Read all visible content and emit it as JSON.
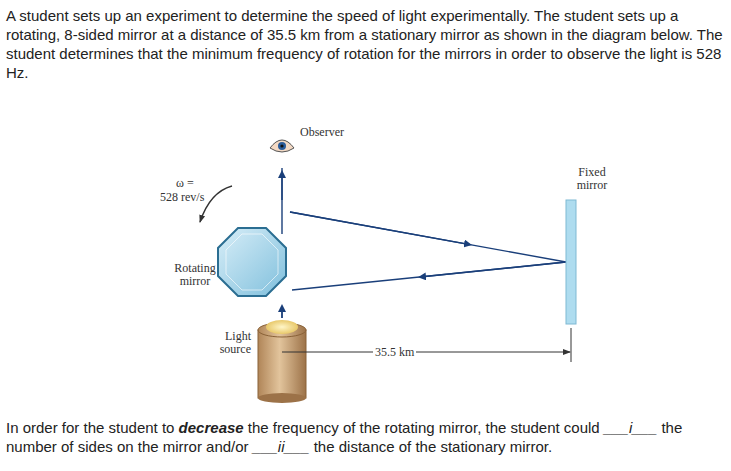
{
  "diagram": {
    "labels": [
      "A student sets up an experiment to determine the speed of light experimentally. The student sets up a rotating, 8-sided mirror at a distance of 35.5 km from a stationary mirror as shown in the diagram below. The student determines that the minimum frequency of rotation for the mirrors in order to observe the light is 528 Hz.",
      "Observer",
      "ω =",
      "528 rev/s",
      "Fixed mirror",
      "Rotating mirror",
      "35.5 km",
      "Light source",
      "In order for the student to",
      "decrease",
      "the frequency of the rotating mirror, the student could",
      "___i___",
      "the number of sides on the mirror and/or",
      "___ii___",
      "the distance of the stationary mirror."
    ]
  }
}
